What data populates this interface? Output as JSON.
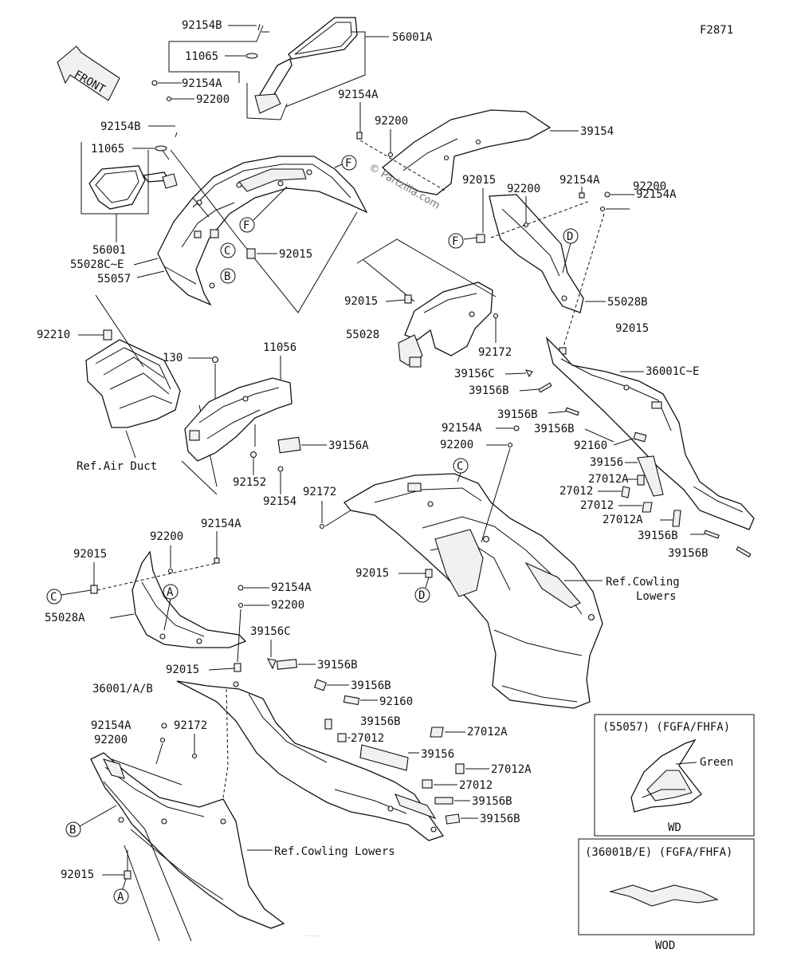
{
  "diagram": {
    "code": "F2871",
    "front_label": "FRONT",
    "watermark": "© Partzilla.com",
    "footer_note": "......",
    "ref_air_duct": "Ref.Air Duct",
    "ref_cowling_lowers_1": "Ref.Cowling",
    "ref_cowling_lowers_2": "Lowers",
    "ref_cowling_lowers_3": "Ref.Cowling Lowers",
    "labels": {
      "p92154B_1": "92154B",
      "p56001A": "56001A",
      "p11065_1": "11065",
      "p92154A_1": "92154A",
      "p92200_1": "92200",
      "p92154A_2": "92154A",
      "p92200_2": "92200",
      "p39154": "39154",
      "p92154B_2": "92154B",
      "p11065_2": "11065",
      "p92015_1": "92015",
      "p92200_3": "92200",
      "p92154A_3": "92154A",
      "p92154A_4": "92154A",
      "p92200_4": "92200",
      "p56001": "56001",
      "p55028CE": "55028C~E",
      "p55057": "55057",
      "p92015_2": "92015",
      "p55028B": "55028B",
      "p92015_3": "92015",
      "p92015_4": "92015",
      "p55028": "55028",
      "p92172_1": "92172",
      "p92210": "92210",
      "p130": "130",
      "p11056": "11056",
      "p39156C_1": "39156C",
      "p36001CE": "36001C~E",
      "p39156B_1": "39156B",
      "p39156B_2": "39156B",
      "p92154A_5": "92154A",
      "p39156B_3": "39156B",
      "p92200_5": "92200",
      "p92160_1": "92160",
      "p39156A": "39156A",
      "p39156_1": "39156",
      "p27012A_1": "27012A",
      "p27012_1": "27012",
      "p27012_2": "27012",
      "p27012A_2": "27012A",
      "p39156B_4": "39156B",
      "p39156B_5": "39156B",
      "p92152": "92152",
      "p92154": "92154",
      "p92172_2": "92172",
      "p92200_6": "92200",
      "p92154A_6": "92154A",
      "p92015_5": "92015",
      "p92015_6": "92015",
      "p92154A_7": "92154A",
      "p92200_7": "92200",
      "p55028A": "55028A",
      "p39156C_2": "39156C",
      "p39156B_6": "39156B",
      "p92015_7": "92015",
      "p36001AB": "36001/A/B",
      "p39156B_7": "39156B",
      "p92160_2": "92160",
      "p39156B_8": "39156B",
      "p92154A_8": "92154A",
      "p92172_3": "92172",
      "p92200_8": "92200",
      "p27012_3": "27012",
      "p27012A_3": "27012A",
      "p39156_2": "39156",
      "p27012A_4": "27012A",
      "p27012_4": "27012",
      "p39156B_9": "39156B",
      "p39156B_10": "39156B",
      "p92015_8": "92015"
    },
    "callouts": {
      "F1": "F",
      "F2": "F",
      "F3": "F",
      "C1": "C",
      "C2": "C",
      "C3": "C",
      "B1": "B",
      "B2": "B",
      "D1": "D",
      "D2": "D",
      "A1": "A",
      "A2": "A"
    },
    "inset_1": {
      "title": "(55057) (FGFA/FHFA)",
      "note": "Green",
      "caption": "WD"
    },
    "inset_2": {
      "title": "(36001B/E) (FGFA/FHFA)",
      "caption": "WOD"
    }
  }
}
